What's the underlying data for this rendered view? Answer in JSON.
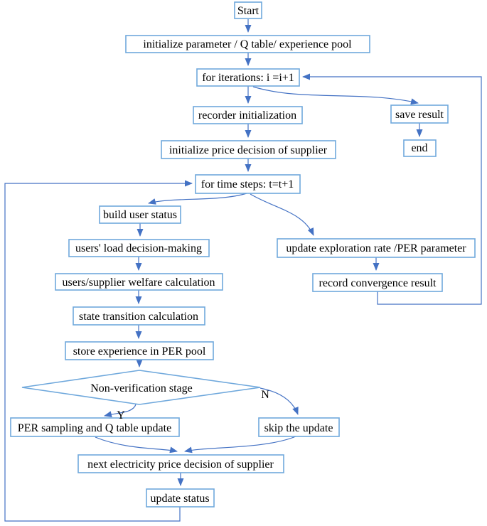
{
  "diagram": {
    "type": "flowchart",
    "nodes": {
      "start": {
        "label": "Start",
        "shape": "box"
      },
      "init_pool": {
        "label": "initialize parameter / Q table/ experience pool",
        "shape": "box"
      },
      "for_iterations": {
        "label": "for iterations: i =i+1",
        "shape": "box"
      },
      "recorder_init": {
        "label": "recorder initialization",
        "shape": "box"
      },
      "save_result": {
        "label": "save result",
        "shape": "box"
      },
      "end": {
        "label": "end",
        "shape": "box"
      },
      "init_price": {
        "label": "initialize price decision of supplier",
        "shape": "box"
      },
      "for_time_steps": {
        "label": "for time steps: t=t+1",
        "shape": "box"
      },
      "build_user_status": {
        "label": "build user status",
        "shape": "box"
      },
      "users_load": {
        "label": "users' load decision-making",
        "shape": "box"
      },
      "update_exploration": {
        "label": "update exploration rate /PER parameter",
        "shape": "box"
      },
      "users_supplier_welfare": {
        "label": "users/supplier welfare calculation",
        "shape": "box"
      },
      "record_convergence": {
        "label": "record convergence result",
        "shape": "box"
      },
      "state_transition": {
        "label": "state transition calculation",
        "shape": "box"
      },
      "store_experience": {
        "label": "store experience in PER pool",
        "shape": "box"
      },
      "non_verification": {
        "label": "Non-verification stage",
        "shape": "decision"
      },
      "per_sampling": {
        "label": "PER sampling and Q table update",
        "shape": "box"
      },
      "skip_update": {
        "label": "skip the update",
        "shape": "box"
      },
      "next_price": {
        "label": "next electricity price decision of supplier",
        "shape": "box"
      },
      "update_status": {
        "label": "update status",
        "shape": "box"
      }
    },
    "branch_labels": {
      "yes": "Y",
      "no": "N"
    },
    "colors": {
      "box_border": "#6fa8dc",
      "arrow_line": "#4472c4",
      "text": "#000000",
      "background": "#ffffff"
    }
  }
}
